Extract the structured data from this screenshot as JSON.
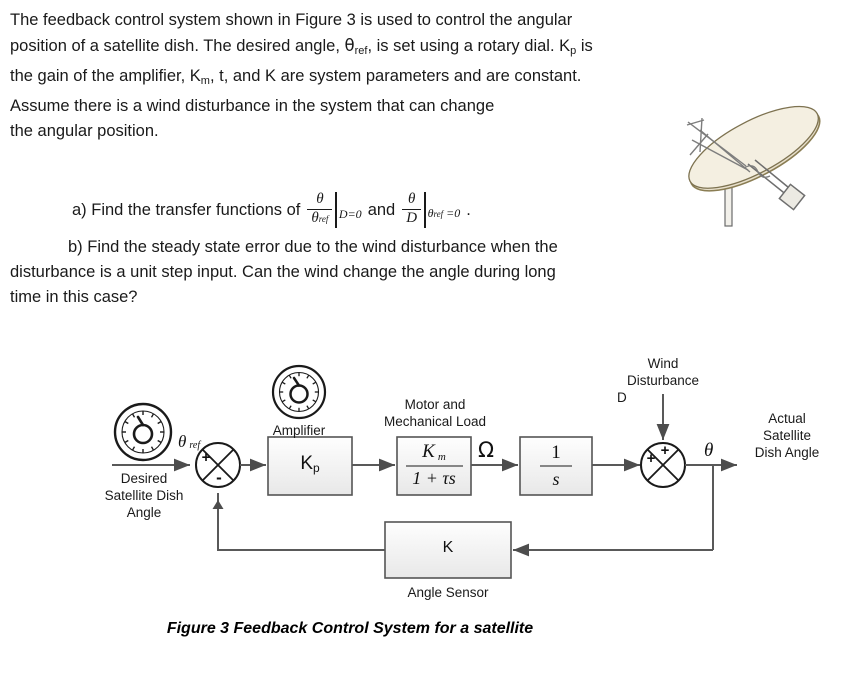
{
  "problem": {
    "line1": "The feedback control system shown in Figure 3 is used to control the angular",
    "line2_a": "position of a satellite dish. The desired angle, ",
    "line2_theta": "θ",
    "line2_sub": "ref",
    "line2_b": ", is set using a rotary dial.  K",
    "line2_sub2": "p",
    "line2_c": " is",
    "line3_a": "the gain of the amplifier, K",
    "line3_sub": "m",
    "line3_b": ", t, and K are system parameters and are constant.",
    "line4": "Assume there is a wind disturbance in the system that can change",
    "line5": "the angular position."
  },
  "part_a": {
    "prefix": "a) Find the transfer functions of",
    "frac1_num": "θ",
    "frac1_den": "θ",
    "frac1_den_sub": "ref",
    "frac1_cond": "D=0",
    "conjunction": "and",
    "frac2_num": "θ",
    "frac2_den": "D",
    "frac2_cond_base": "θ",
    "frac2_cond_sub": "ref",
    "frac2_cond_tail": " =0",
    "period": "."
  },
  "part_b": {
    "line1": "b) Find the steady state error due to the wind disturbance when the",
    "line2": "disturbance is a unit step input. Can the wind change the angle during long",
    "line3": "time in this case?"
  },
  "diagram": {
    "desired_label": "Desired\nSatellite Dish\nAngle",
    "theta_ref_symbol": "θ",
    "theta_ref_sub": "ref",
    "amplifier_label": "Amplifier",
    "amplifier_block": "K",
    "amplifier_block_sub": "p",
    "motor_label": "Motor and\nMechanical Load",
    "motor_num": "K",
    "motor_num_sub": "m",
    "motor_den": "1 + τs",
    "omega_label": "Ω",
    "integrator_num": "1",
    "integrator_den": "s",
    "wind_label": "Wind\nDisturbance",
    "wind_symbol": "D",
    "output_symbol": "θ",
    "actual_label": "Actual\nSatellite\nDish Angle",
    "sensor_block": "K",
    "sensor_label": "Angle Sensor",
    "sum_left_plus": "+",
    "sum_left_minus": "-",
    "sum_right_plus_top": "+",
    "sum_right_plus_left": "+"
  },
  "caption": "Figure 3 Feedback Control System for a satellite",
  "colors": {
    "line": "#595959",
    "text": "#1a1a1a",
    "block_fill_top": "#fdfdfd",
    "block_fill_bottom": "#ececec",
    "dish_body": "#e8e0cc",
    "dish_edge": "#8a7d53"
  }
}
